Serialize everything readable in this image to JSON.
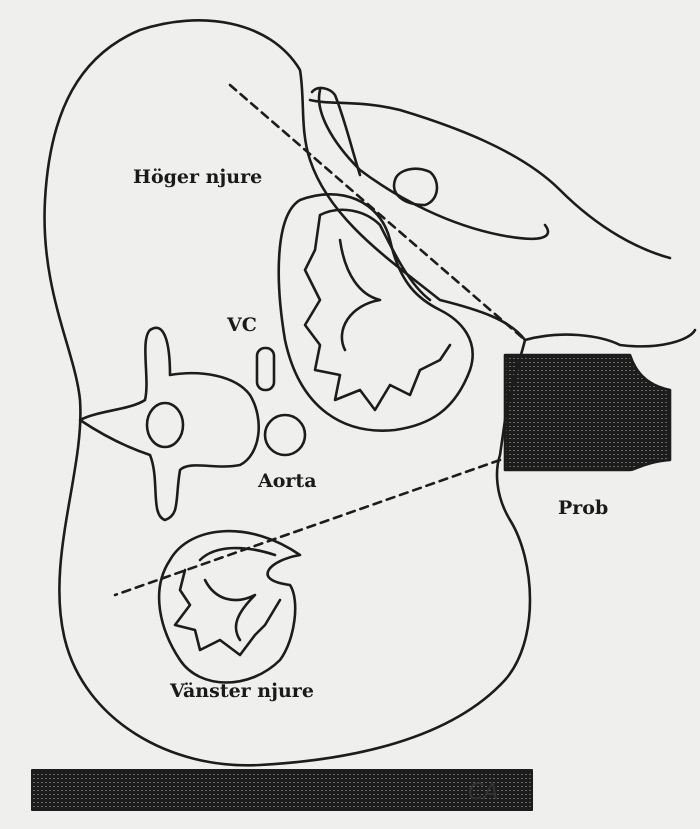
{
  "labels": {
    "right_kidney": "Höger njure",
    "vena_cava": "VC",
    "aorta": "Aorta",
    "probe": "Prob",
    "left_kidney": "Vänster njure",
    "table": "CA"
  },
  "colors": {
    "background": "#efefed",
    "ink": "#1c1c1c",
    "probe_fill": "#9a9a9a"
  }
}
